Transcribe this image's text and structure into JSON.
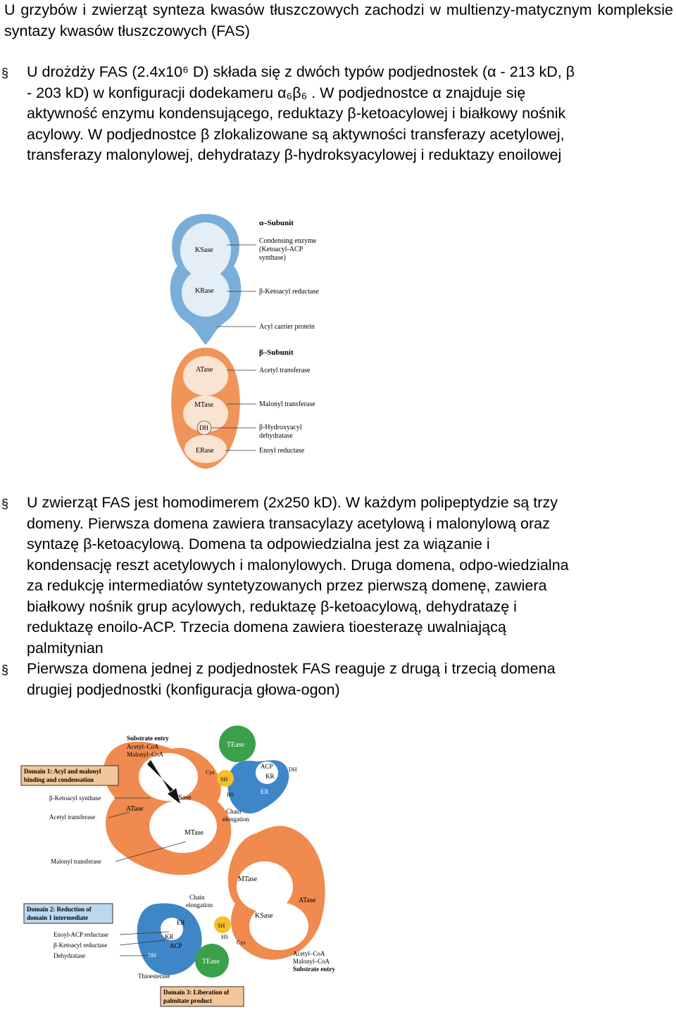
{
  "intro": "U grzybów i zwierząt synteza kwasów tłuszczowych zachodzi w multienzy-matycznym kompleksie syntazy kwasów tłuszczowych (FAS)",
  "bullet_symbol": "§",
  "bullets": [
    {
      "lines": [
        "U drożdży FAS (2.4x10⁶ D) składa się z dwóch typów podjednostek (α - 213 kD, β",
        "- 203 kD) w konfiguracji dodekameru   α₆β₆ . W podjednostce α znajduje się",
        "aktywność enzymu kondensującego, reduktazy β-ketoacylowej i białkowy nośnik",
        "acylowy. W podjednostce β zlokalizowane są aktywności transferazy acetylowej,",
        "transferazy malonylowej, dehydratazy β-hydroksyacylowej i reduktazy enoilowej"
      ]
    },
    {
      "lines": [
        "U zwierząt  FAS jest homodimerem (2x250 kD). W każdym polipeptydzie są trzy",
        "domeny. Pierwsza domena zawiera transacylazy acetylową i malonylową oraz",
        "syntazę β-ketoacylową. Domena ta odpowiedzialna jest za wiązanie i",
        "kondensację reszt acetylowych i malonylowych. Druga domena, odpo-wiedzialna",
        "za redukcję intermediatów syntetyzowanych przez pierwszą domenę, zawiera",
        "białkowy nośnik grup acylowych, reduktazę β-ketoacylową, dehydratazę i",
        "reduktazę enoilo-ACP. Trzecia domena zawiera tioesterazę uwalniającą",
        "palmitynian"
      ]
    },
    {
      "lines": [
        "Pierwsza domena jednej z podjednostek FAS reaguje z drugą i trzecią domena",
        "drugiej podjednostki (konfiguracja głowa-ogon)"
      ]
    }
  ],
  "yeast_figure": {
    "alpha_title": "α–Subunit",
    "beta_title": "β–Subunit",
    "domains": [
      "KSase",
      "KRase",
      "ATase",
      "MTase",
      "DH",
      "ERase"
    ],
    "labels": [
      "Condensing enzyme",
      "(Ketoacyl-ACP",
      "synthase)",
      "β-Ketoacyl reductase",
      "Acyl carrier protein",
      "Acetyl transferase",
      "Malonyl transferase",
      "β-Hydroxyacyl",
      "dehydratase",
      "Enoyl reductase"
    ],
    "colors": {
      "alpha": "#7aaed8",
      "alpha_inner": "#e3eef7",
      "beta": "#f0955a",
      "beta_inner": "#fbe3d2"
    }
  },
  "animal_figure": {
    "substrate_title": "Substrate entry",
    "substrate_items": [
      "Acetyl–CoA",
      "Malonyl–CoA"
    ],
    "domain1_box": [
      "Domain 1: Acyl and malonyl",
      "binding and condensation"
    ],
    "domain1_labels": [
      "β-Ketoacyl synthase",
      "Acetyl transferase",
      "Malonyl transferase"
    ],
    "domain2_box": [
      "Domain 2: Reduction of",
      "domain 1 intermediate"
    ],
    "domain2_labels": [
      "Enoyl-ACP reductase",
      "β-Ketoacyl reductase",
      "Dehydratase"
    ],
    "domain3_box": [
      "Domain 3: Liberation of",
      "palmitate product"
    ],
    "thioesterase_label": "Thioesterase",
    "chain_elongation": "Chain elongation",
    "chain_elongation_lines": [
      "Chain",
      "elongation"
    ],
    "bottom_substrate_items": [
      "Acetyl–CoA",
      "Malonyl–CoA"
    ],
    "bottom_substrate_title": "Substrate entry",
    "markers": {
      "cys": "Cys",
      "sh": "SH",
      "hs": "HS"
    },
    "upper_domains": {
      "ksase": "KSase",
      "atase": "ATase",
      "mtase": "MTase",
      "tease": "TEase",
      "acp": "ACP",
      "kr": "KR",
      "dh": "DH",
      "er": "ER"
    },
    "lower_domains": {
      "mtase": "MTase",
      "atase": "ATase",
      "ksase": "KSase",
      "er": "ER",
      "kr": "KR",
      "acp": "ACP",
      "dh": "DH",
      "tease": "TEase"
    },
    "colors": {
      "orange": "#f08a4e",
      "blue": "#3f86c8",
      "green": "#3aa04a",
      "box_bg": "#f3c79a",
      "box_blue": "#bcd8ee"
    }
  }
}
